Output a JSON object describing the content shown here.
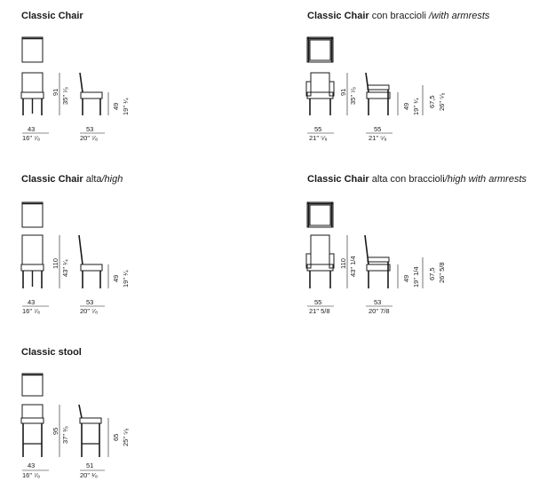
{
  "products": [
    {
      "title_bold": "Classic Chair",
      "title_plain": "",
      "title_italic": "",
      "width": {
        "cm": "43",
        "in": "16\" ⁷⁄₈"
      },
      "depth": {
        "cm": "53",
        "in": "20\" ⁷⁄₈"
      },
      "height": {
        "cm": "91",
        "in": "35\" ⁷⁄₈"
      },
      "seat": {
        "cm": "49",
        "in": "19\" ¹⁄₄"
      }
    },
    {
      "title_bold": "Classic Chair",
      "title_plain": " con braccioli ",
      "title_italic": "/with armrests",
      "width": {
        "cm": "55",
        "in": "21\" ⁵⁄₈"
      },
      "depth": {
        "cm": "55",
        "in": "21\" ⁵⁄₈"
      },
      "height": {
        "cm": "91",
        "in": "35\" ⁷⁄₈"
      },
      "seat": {
        "cm": "49",
        "in": "19\" ¹⁄₄"
      },
      "arm": {
        "cm": "67,5",
        "in": "26\" ⁵⁄₈"
      }
    },
    {
      "title_bold": "Classic Chair",
      "title_plain": " alta",
      "title_italic": "/high",
      "width": {
        "cm": "43",
        "in": "16\" ⁷⁄₈"
      },
      "depth": {
        "cm": "53",
        "in": "20\" ⁷⁄₈"
      },
      "height": {
        "cm": "110",
        "in": "43\" ¹⁄₄"
      },
      "seat": {
        "cm": "49",
        "in": "19\" ¹⁄₄"
      }
    },
    {
      "title_bold": "Classic Chair",
      "title_plain": " alta con braccioli",
      "title_italic": "/high with armrests",
      "width": {
        "cm": "55",
        "in": "21\" 5/8"
      },
      "depth": {
        "cm": "53",
        "in": "20\" 7/8"
      },
      "height": {
        "cm": "110",
        "in": "43\" 1/4"
      },
      "seat": {
        "cm": "49",
        "in": "19\" 1/4"
      },
      "arm": {
        "cm": "67,5",
        "in": "26\" 5/8"
      }
    },
    {
      "title_bold": "Classic stool",
      "title_plain": "",
      "title_italic": "",
      "width": {
        "cm": "43",
        "in": "16\" ⁷⁄₈"
      },
      "depth": {
        "cm": "51",
        "in": "20\" ¹⁄₈"
      },
      "height": {
        "cm": "95",
        "in": "37\" ³⁄₈"
      },
      "seat": {
        "cm": "65",
        "in": "25\" ⁵⁄₈"
      }
    }
  ]
}
